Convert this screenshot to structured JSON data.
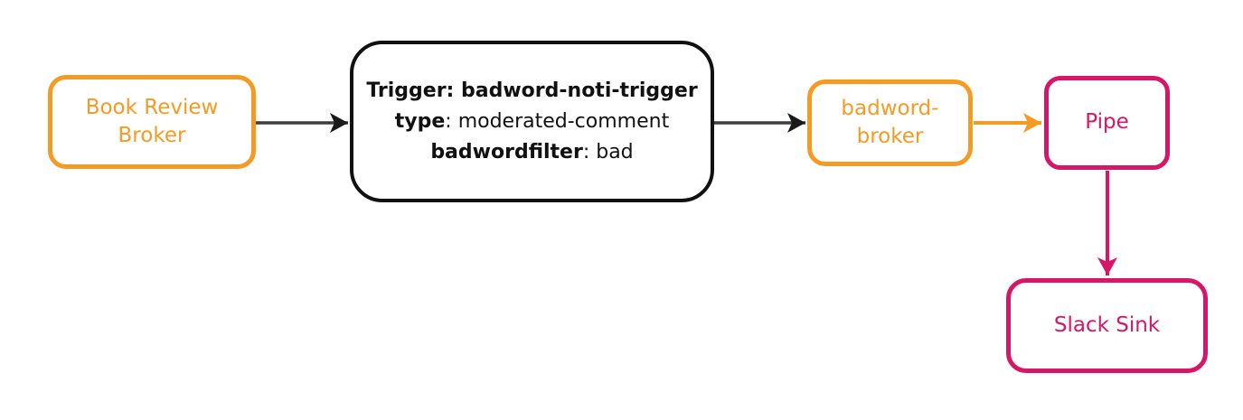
{
  "colors": {
    "orange": "#F59B23",
    "pink": "#D81667",
    "node_dark": "#111111",
    "arrow_line": "#3D3D3D",
    "arrow_head": "#1A1A1A",
    "background": "#FFFFFF"
  },
  "diagram": {
    "nodes": {
      "book_review_broker": {
        "label": "Book Review Broker",
        "type": "broker",
        "color": "orange"
      },
      "trigger": {
        "type": "trigger",
        "color": "dark",
        "lines": [
          {
            "bold": "Trigger: badword-noti-trigger",
            "rest": ""
          },
          {
            "bold": "type",
            "rest": ": moderated-comment"
          },
          {
            "bold": "badwordfilter",
            "rest": ": bad"
          }
        ]
      },
      "badword_broker": {
        "label": "badword-broker",
        "type": "broker",
        "color": "orange"
      },
      "pipe": {
        "label": "Pipe",
        "type": "pipe",
        "color": "pink"
      },
      "slack_sink": {
        "label": "Slack Sink",
        "type": "sink",
        "color": "pink"
      }
    },
    "edges": [
      {
        "from": "book_review_broker",
        "to": "trigger",
        "color": "dark",
        "direction": "right"
      },
      {
        "from": "trigger",
        "to": "badword_broker",
        "color": "dark",
        "direction": "right"
      },
      {
        "from": "badword_broker",
        "to": "pipe",
        "color": "orange",
        "direction": "right"
      },
      {
        "from": "pipe",
        "to": "slack_sink",
        "color": "pink",
        "direction": "down"
      }
    ]
  }
}
